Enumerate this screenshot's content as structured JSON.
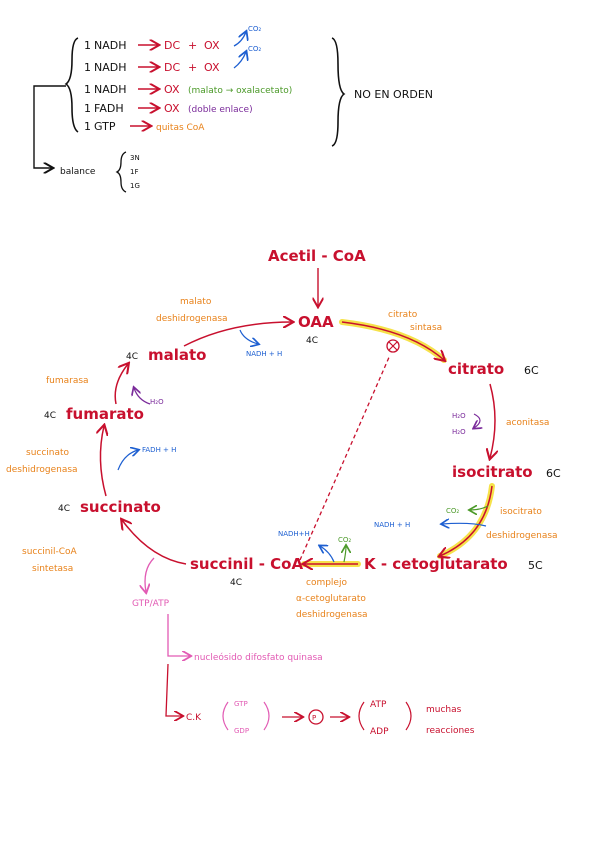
{
  "top_list": {
    "rows": [
      {
        "count": "1",
        "name": "NADH",
        "a": "DC",
        "plus": "+",
        "b": "OX",
        "co2": "CO₂"
      },
      {
        "count": "1",
        "name": "NADH",
        "a": "DC",
        "plus": "+",
        "b": "OX",
        "co2": "CO₂"
      },
      {
        "count": "1",
        "name": "NADH",
        "a": "OX",
        "note": "(malato → oxalacetato)"
      },
      {
        "count": "1",
        "name": "FADH",
        "a": "OX",
        "note": "(doble enlace)"
      },
      {
        "count": "1",
        "name": "GTP",
        "a": "quitas CoA"
      }
    ],
    "right_note": "NO EN ORDEN",
    "balance_label": "balance",
    "balance_items": [
      "3N",
      "1F",
      "1G"
    ]
  },
  "cycle": {
    "acetil": "Acetil - CoA",
    "oaa": "OAA",
    "oaa_c": "4C",
    "citrato": "citrato",
    "citrato_c": "6C",
    "isocitrato": "isocitrato",
    "isocitrato_c": "6C",
    "kcetoglutarato": "K - cetoglutarato",
    "kcetoglutarato_c": "5C",
    "succinilcoa": "succinil - CoA",
    "succinilcoa_c": "4C",
    "succinato": "succinato",
    "succinato_c": "4C",
    "fumarato": "fumarato",
    "fumarato_c": "4C",
    "malato": "malato",
    "malato_c": "4C"
  },
  "enzymes": {
    "citrato_sintasa": [
      "citrato",
      "sintasa"
    ],
    "aconitasa": "aconitasa",
    "isocitrato_dh": [
      "isocitrato",
      "deshidrogenasa"
    ],
    "complejo": [
      "complejo",
      "α-cetoglutarato",
      "deshidrogenasa"
    ],
    "succinil_sintetasa": [
      "succinil-CoA",
      "sintetasa"
    ],
    "succinato_dh": [
      "succinato",
      "deshidrogenasa"
    ],
    "fumarasa": "fumarasa",
    "malato_dh": [
      "malato",
      "deshidrogenasa"
    ]
  },
  "cofactors": {
    "nadh_malato": "NADH + H",
    "h2o_fum": "H₂O",
    "fadh": "FADH + H",
    "h2o_a": "H₂O",
    "h2o_b": "H₂O",
    "co2_iso": "CO₂",
    "nadh_iso": "NADH + H",
    "nadh_k": "NADH+H",
    "co2_k": "CO₂",
    "inhibit": "⊗"
  },
  "bottom": {
    "gtp_atp": "GTP/ATP",
    "nucleosido": "nucleósido difosfato quinasa",
    "ck": "C.K",
    "gtp": "GTP",
    "gdp": "GDP",
    "p": "P",
    "atp": "ATP",
    "adp": "ADP",
    "muchas": [
      "muchas",
      "reacciones"
    ]
  },
  "colors": {
    "red": "#c8102e",
    "orange": "#e8821a",
    "blue": "#1d5fd1",
    "green": "#4c9a2a",
    "purple": "#7a2a9a",
    "pink": "#e25bb4",
    "highlight": "#f6e24a"
  }
}
